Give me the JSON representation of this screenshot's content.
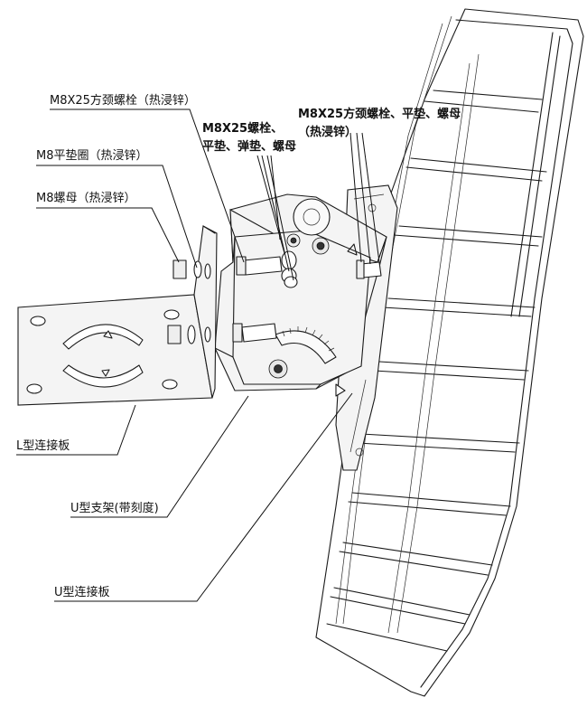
{
  "labels": {
    "square_bolt_left": "M8X25方颈螺栓（热浸锌）",
    "flat_washer": "M8平垫圈（热浸锌）",
    "nut": "M8螺母（热浸锌）",
    "bolt_set_line1": "M8X25螺栓、",
    "bolt_set_line2": "平垫、弹垫、螺母",
    "square_bolt_right_set": "M8X25方颈螺栓、平垫、螺母（热浸锌）",
    "l_plate": "L型连接板",
    "u_bracket": "U型支架(带刻度)",
    "u_plate": "U型连接板"
  }
}
